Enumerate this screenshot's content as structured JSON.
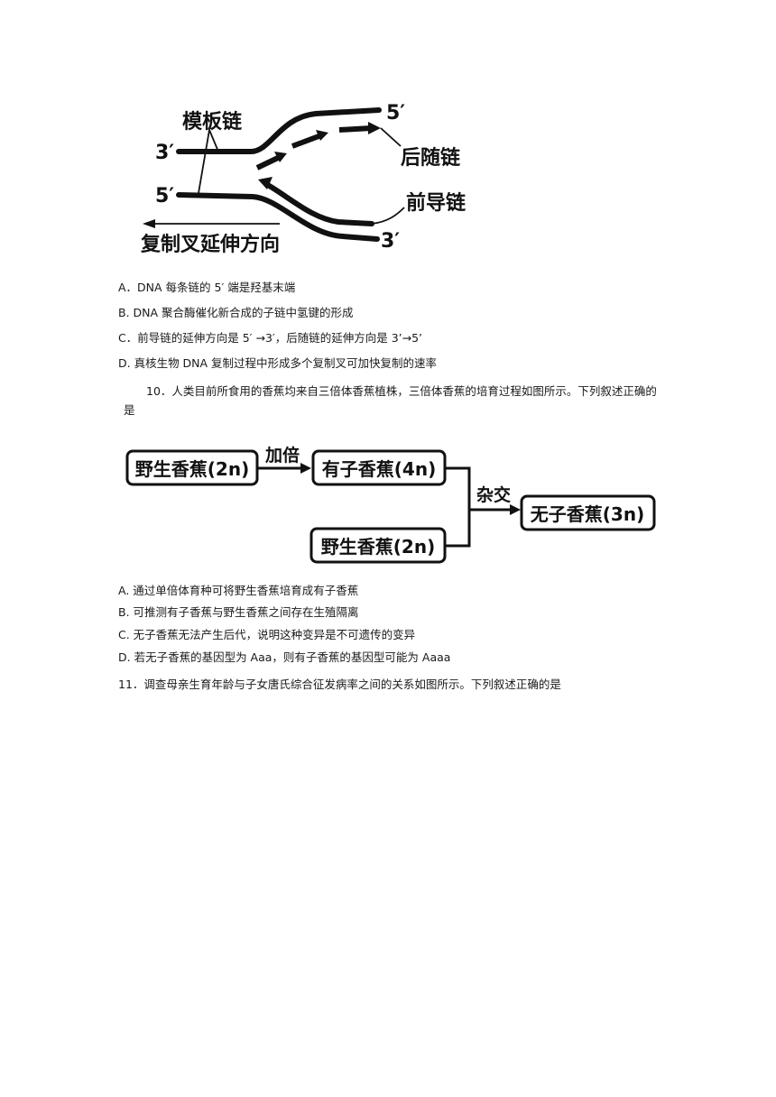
{
  "dna_figure": {
    "template_label": "模板链",
    "lagging_label": "后随链",
    "leading_label": "前导链",
    "direction_label": "复制叉延伸方向",
    "prime_3_top": "3′",
    "prime_5_top_right": "5′",
    "prime_5_left": "5′",
    "prime_3_bottom_right": "3′"
  },
  "q9_options": [
    "A．DNA 每条链的 5′ 端是羟基末端",
    "B. DNA 聚合酶催化新合成的子链中氢键的形成",
    "C．前导链的延伸方向是 5′ →3′，后随链的延伸方向是 3’→5’",
    "D. 真核生物 DNA 复制过程中形成多个复制叉可加快复制的速率"
  ],
  "q10": {
    "stem_line1": "10．人类目前所食用的香蕉均来自三倍体香蕉植株，三倍体香蕉的培育过程如图所示。下列叙述正确的",
    "stem_line2": "是"
  },
  "banana_figure": {
    "wild_1": "野生香蕉(2n)",
    "doubling": "加倍",
    "seeded": "有子香蕉(4n)",
    "cross": "杂交",
    "seedless": "无子香蕉(3n)",
    "wild_2": "野生香蕉(2n)"
  },
  "q10_options": [
    "A. 通过单倍体育种可将野生香蕉培育成有子香蕉",
    "B. 可推测有子香蕉与野生香蕉之间存在生殖隔离",
    "C. 无子香蕉无法产生后代，说明这种变异是不可遗传的变异",
    "D. 若无子香蕉的基因型为 Aaa，则有子香蕉的基因型可能为 Aaaa"
  ],
  "q11": {
    "stem": "11．调查母亲生育年龄与子女唐氏综合征发病率之间的关系如图所示。下列叙述正确的是"
  }
}
